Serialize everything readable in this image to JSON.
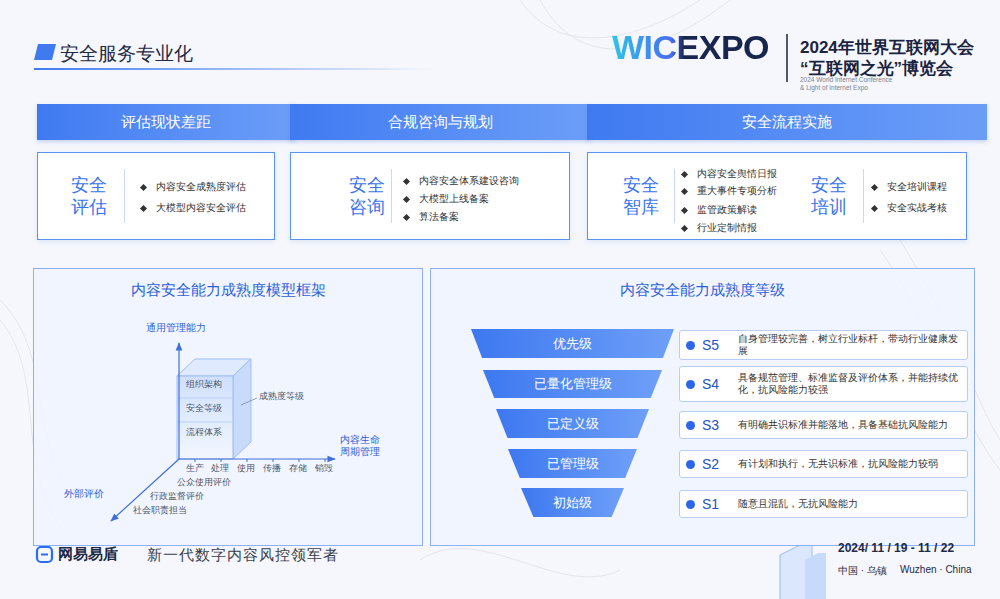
{
  "diagram": {
    "title": "安全服务专业化",
    "nodes": [
      {
        "text": [
          "评估现状差距"
        ]
      },
      {
        "text": [
          "合规咨询与规划"
        ]
      },
      {
        "text": [
          "安全流程实施"
        ]
      },
      {
        "text": [
          "安全评估",
          "内容安全成熟度评估",
          "大模型内容安全评估"
        ]
      },
      {
        "text": [
          "安全咨询",
          "内容安全体系建设咨询",
          "大模型上线备案",
          "算法备案"
        ]
      },
      {
        "text": [
          "安全智库",
          "内容安全舆情日报",
          "重大事件专项分析",
          "监管政策解读",
          "行业定制情报",
          "安全培训",
          "安全培训课程",
          "安全实战考核"
        ]
      },
      {
        "text": [
          "内容安全能力成熟度模型框架"
        ]
      },
      {
        "text": [
          "内容安全能力成熟度等级"
        ]
      },
      {
        "text": [
          "优先级"
        ],
        "in": 7
      },
      {
        "text": [
          "已量化管理级"
        ],
        "in": 7
      },
      {
        "text": [
          "已定义级"
        ],
        "in": 7
      },
      {
        "text": [
          "已管理级"
        ],
        "in": 7
      },
      {
        "text": [
          "初始级"
        ],
        "in": 7
      },
      {
        "text": [
          "S5",
          "自身管理较完善，树立行业标杆，带动行业健康发展"
        ],
        "in": 7
      },
      {
        "text": [
          "S4",
          "具备规范管理、标准监督及评价体系，并能持续优化，抗风险能力较强"
        ],
        "in": 7
      },
      {
        "text": [
          "S3",
          "有明确共识标准并能落地，具备基础抗风险能力"
        ],
        "in": 7
      },
      {
        "text": [
          "S2",
          "有计划和执行，无共识标准，抗风险能力较弱"
        ],
        "in": 7
      },
      {
        "text": [
          "S1",
          "随意且混乱，无抗风险能力"
        ],
        "in": 7
      }
    ],
    "labels": [
      "WICEXPO",
      "2024年世界互联网大会",
      "“互联网之光”博览会",
      "2024 World Internet Conference",
      "& Light of Internet Expo",
      "通用管理能力",
      "内容生命周期管理",
      "外部评价",
      "组织架构",
      "安全等级",
      "流程体系",
      "成熟度等级",
      "生产",
      "处理",
      "使用",
      "传播",
      "存储",
      "销毁",
      "公众使用评价",
      "行政监督评价",
      "社会职责担当",
      "网易易盾",
      "新一代数字内容风控领军者",
      "2024/ 11 / 19 - 11 / 22",
      "中国 · 乌镇",
      "Wuzhen · China"
    ]
  }
}
